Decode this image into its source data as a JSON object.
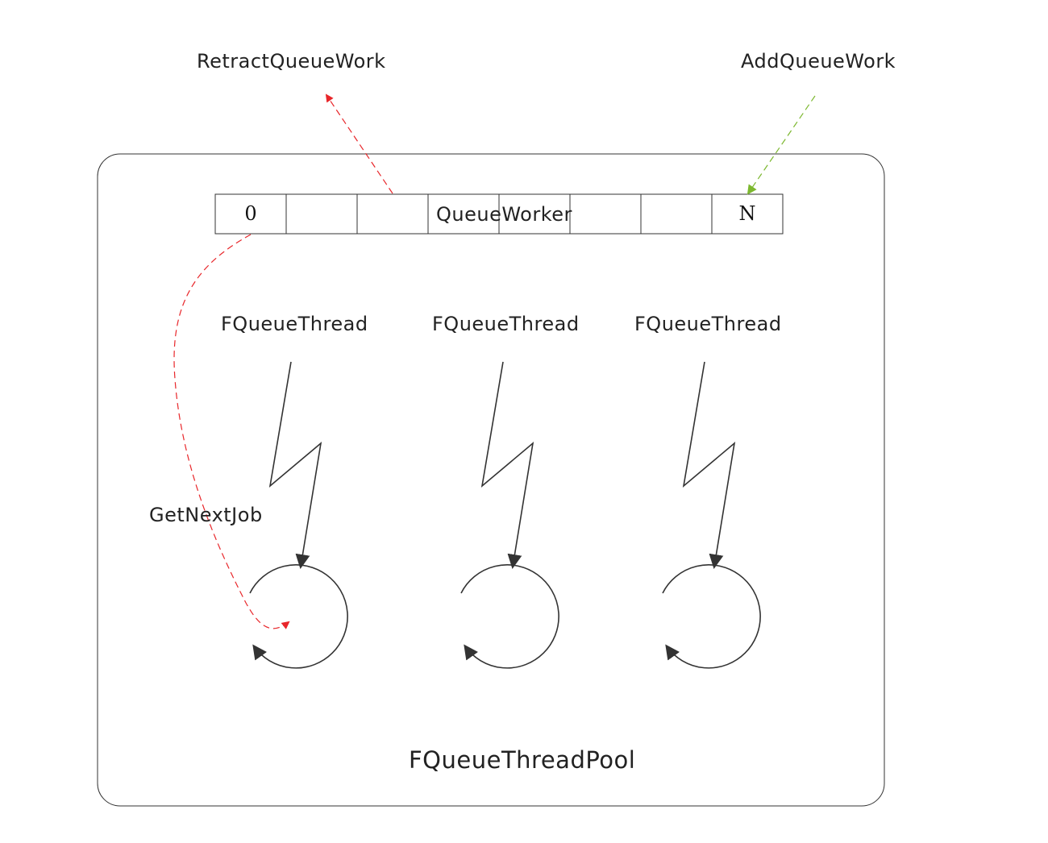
{
  "labels": {
    "retract": "RetractQueueWork",
    "add": "AddQueueWork",
    "queue_worker": "QueueWorker",
    "get_next_job": "GetNextJob",
    "pool": "FQueueThreadPool"
  },
  "queue": {
    "first_cell": "0",
    "last_cell": "N",
    "cell_count": 8
  },
  "threads": [
    {
      "label": "FQueueThread"
    },
    {
      "label": "FQueueThread"
    },
    {
      "label": "FQueueThread"
    }
  ],
  "colors": {
    "retract_arrow": "#e8262a",
    "add_arrow": "#7cb82f",
    "get_next_job_arrow": "#e8262a",
    "stroke": "#333333"
  }
}
